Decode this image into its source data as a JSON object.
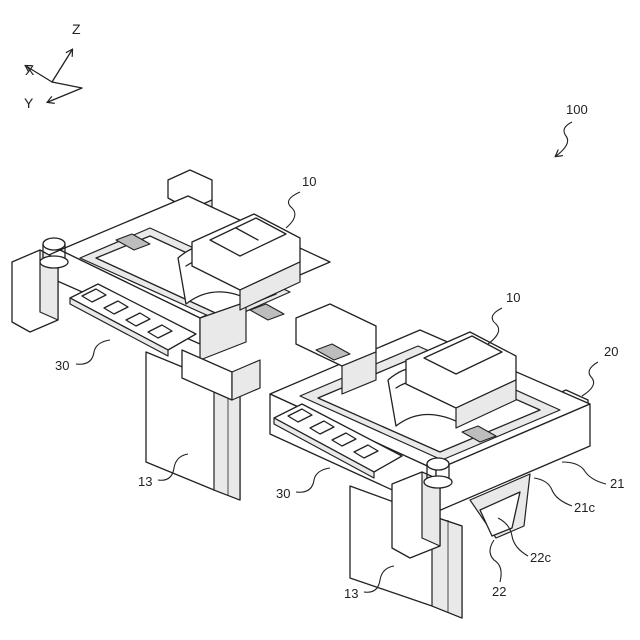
{
  "axes": {
    "z": "Z",
    "x": "X",
    "y": "Y"
  },
  "labels": {
    "assembly": "100",
    "module_a": "10",
    "module_b": "10",
    "frame": "20",
    "frame_part": "21",
    "frame_face": "21c",
    "lower_part": "22",
    "lower_face": "22c",
    "led_array_a": "30",
    "led_array_b": "30",
    "post_a": "13",
    "post_b": "13"
  }
}
